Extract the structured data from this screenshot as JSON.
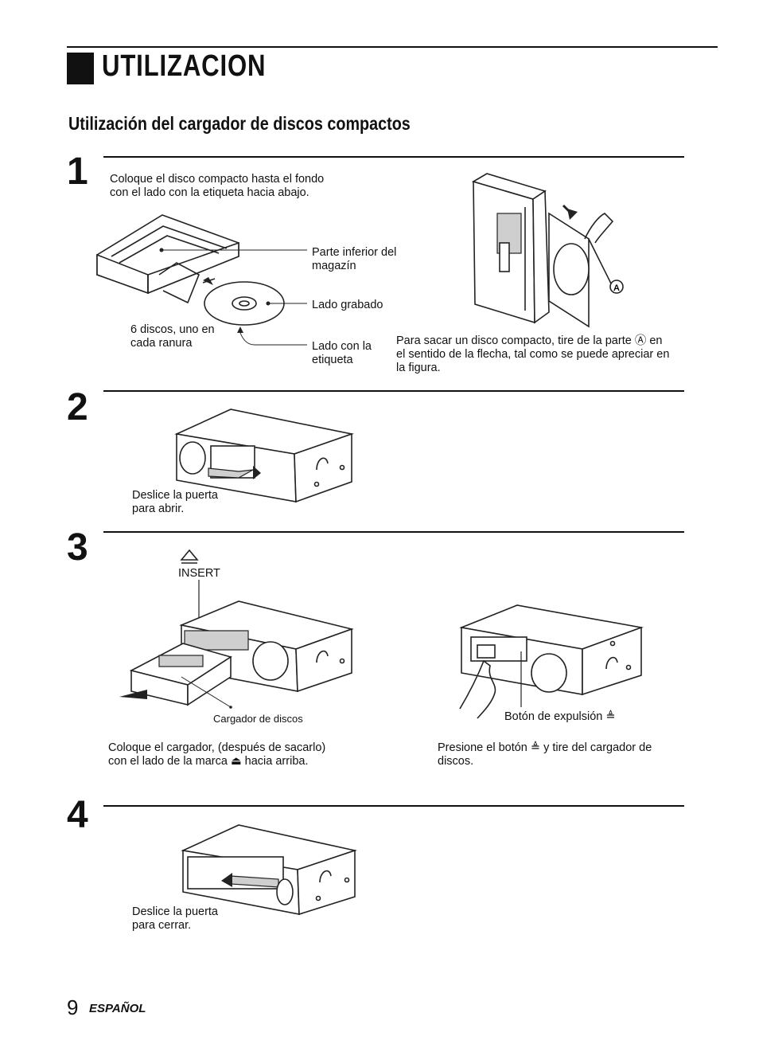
{
  "title": "UTILIZACION",
  "subtitle": "Utilización del cargador de discos compactos",
  "steps": [
    {
      "number": "1",
      "text": "Coloque el disco compacto hasta el fondo\ncon el lado con la etiqueta hacia abajo.",
      "labels": {
        "magazine_bottom": "Parte inferior del\nmagazín",
        "recorded_side": "Lado grabado",
        "six_discs": "6 discos, uno en\ncada ranura",
        "label_side": "Lado con la\netiqueta",
        "marker": "A"
      },
      "note": "Para sacar un disco compacto, tire de la parte Ⓐ en\nel sentido de la flecha, tal como se puede apreciar en\nla figura."
    },
    {
      "number": "2",
      "text": "Deslice la puerta\npara abrir."
    },
    {
      "number": "3",
      "insert_label": "INSERT",
      "magazine_label": "Cargador de discos",
      "eject_label": "Botón de expulsión ≜",
      "text_left": "Coloque el cargador, (después de sacarlo)\ncon el lado de la marca ⏏ hacia arriba.",
      "text_right": "Presione el botón ≜ y tire del cargador de\ndiscos."
    },
    {
      "number": "4",
      "text": "Deslice la puerta\npara cerrar."
    }
  ],
  "footer": {
    "page_number": "9",
    "language": "ESPAÑOL"
  }
}
